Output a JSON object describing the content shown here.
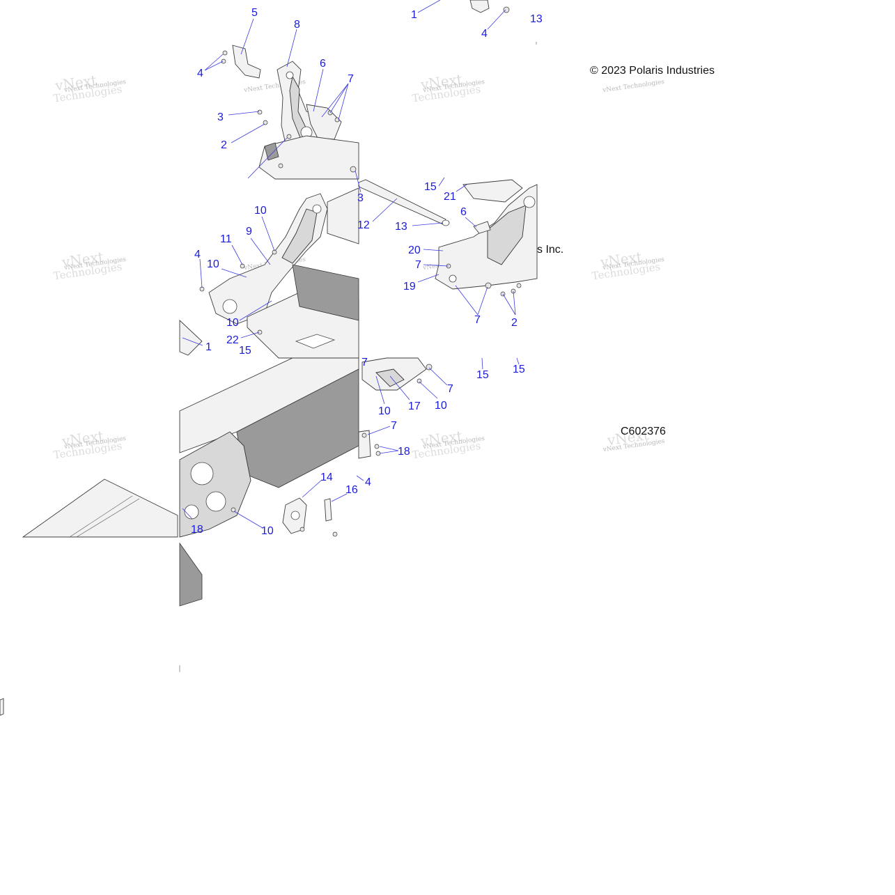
{
  "copyright": "© 2023 Polaris Industries",
  "copyright_fragment": "s Inc.",
  "diagram_code": "C602376",
  "watermark": "vNext Technologies",
  "callouts": [
    "1",
    "2",
    "3",
    "4",
    "5",
    "6",
    "7",
    "8",
    "9",
    "10",
    "11",
    "12",
    "13",
    "14",
    "15",
    "16",
    "17",
    "18",
    "19",
    "20",
    "21",
    "22"
  ],
  "fragment_13": "13",
  "fragment_7": "7"
}
